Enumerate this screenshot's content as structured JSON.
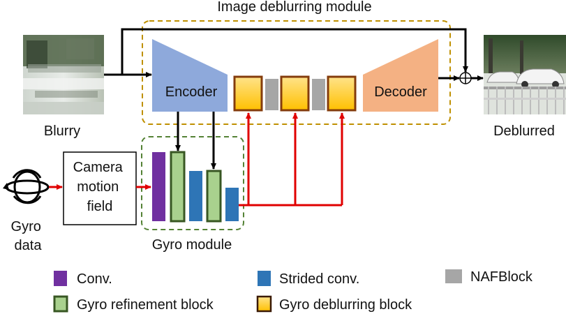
{
  "diagram": {
    "image_deblurring_module": "Image deblurring module",
    "encoder": "Encoder",
    "decoder": "Decoder",
    "blurry": "Blurry",
    "deblurred": "Deblurred",
    "camera_motion_field": [
      "Camera",
      "motion",
      "field"
    ],
    "gyro_data": [
      "Gyro",
      "data"
    ],
    "gyro_module": "Gyro module",
    "sum_symbol": "⊕"
  },
  "legend": {
    "conv": "Conv.",
    "strided_conv": "Strided conv.",
    "nafblock": "NAFBlock",
    "gyro_refinement_block": "Gyro refinement block",
    "gyro_deblurring_block": "Gyro deblurring block"
  },
  "colors": {
    "encoder": "#8ea9db",
    "decoder": "#f4b183",
    "conv": "#7030a0",
    "strided_conv": "#2e75b6",
    "nafblock": "#a6a6a6",
    "gyro_refinement_fill": "#a9d18e",
    "gyro_refinement_border": "#385723",
    "gyro_deblurring_fill": "#ffd966",
    "gyro_deblurring_border": "#843c0c",
    "image_module_border": "#bf9000",
    "gyro_module_border": "#548235",
    "signal_arrow": "#e00000",
    "data_arrow": "#000000"
  }
}
